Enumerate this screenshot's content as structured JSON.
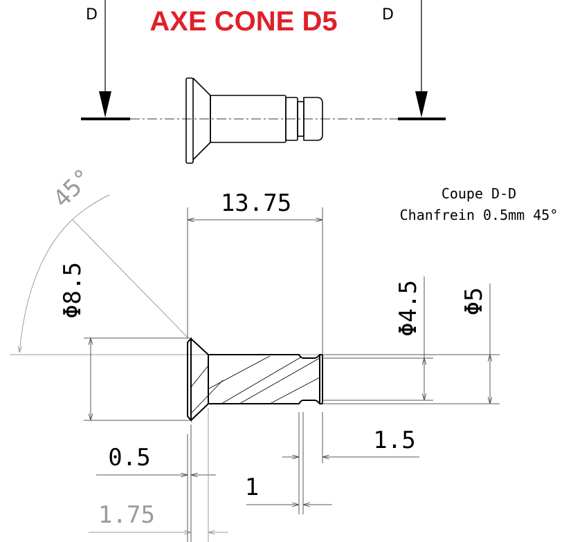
{
  "title": "AXE CONE D5",
  "colors": {
    "title": "#e0202a",
    "line": "#000000",
    "thin": "#555555",
    "gray": "#9a9a9a"
  },
  "section_marks": {
    "left": "D",
    "right": "D"
  },
  "notes": {
    "section": "Coupe D-D",
    "chamfer": "Chanfrein 0.5mm 45°"
  },
  "dimensions": {
    "length": "13.75",
    "head_diameter": "Φ8.5",
    "groove_diameter": "Φ4.5",
    "shaft_diameter": "Φ5",
    "angle": "45°",
    "head_flat": "0.5",
    "head_total": "1.75",
    "tip": "1.5",
    "groove_width": "1"
  }
}
